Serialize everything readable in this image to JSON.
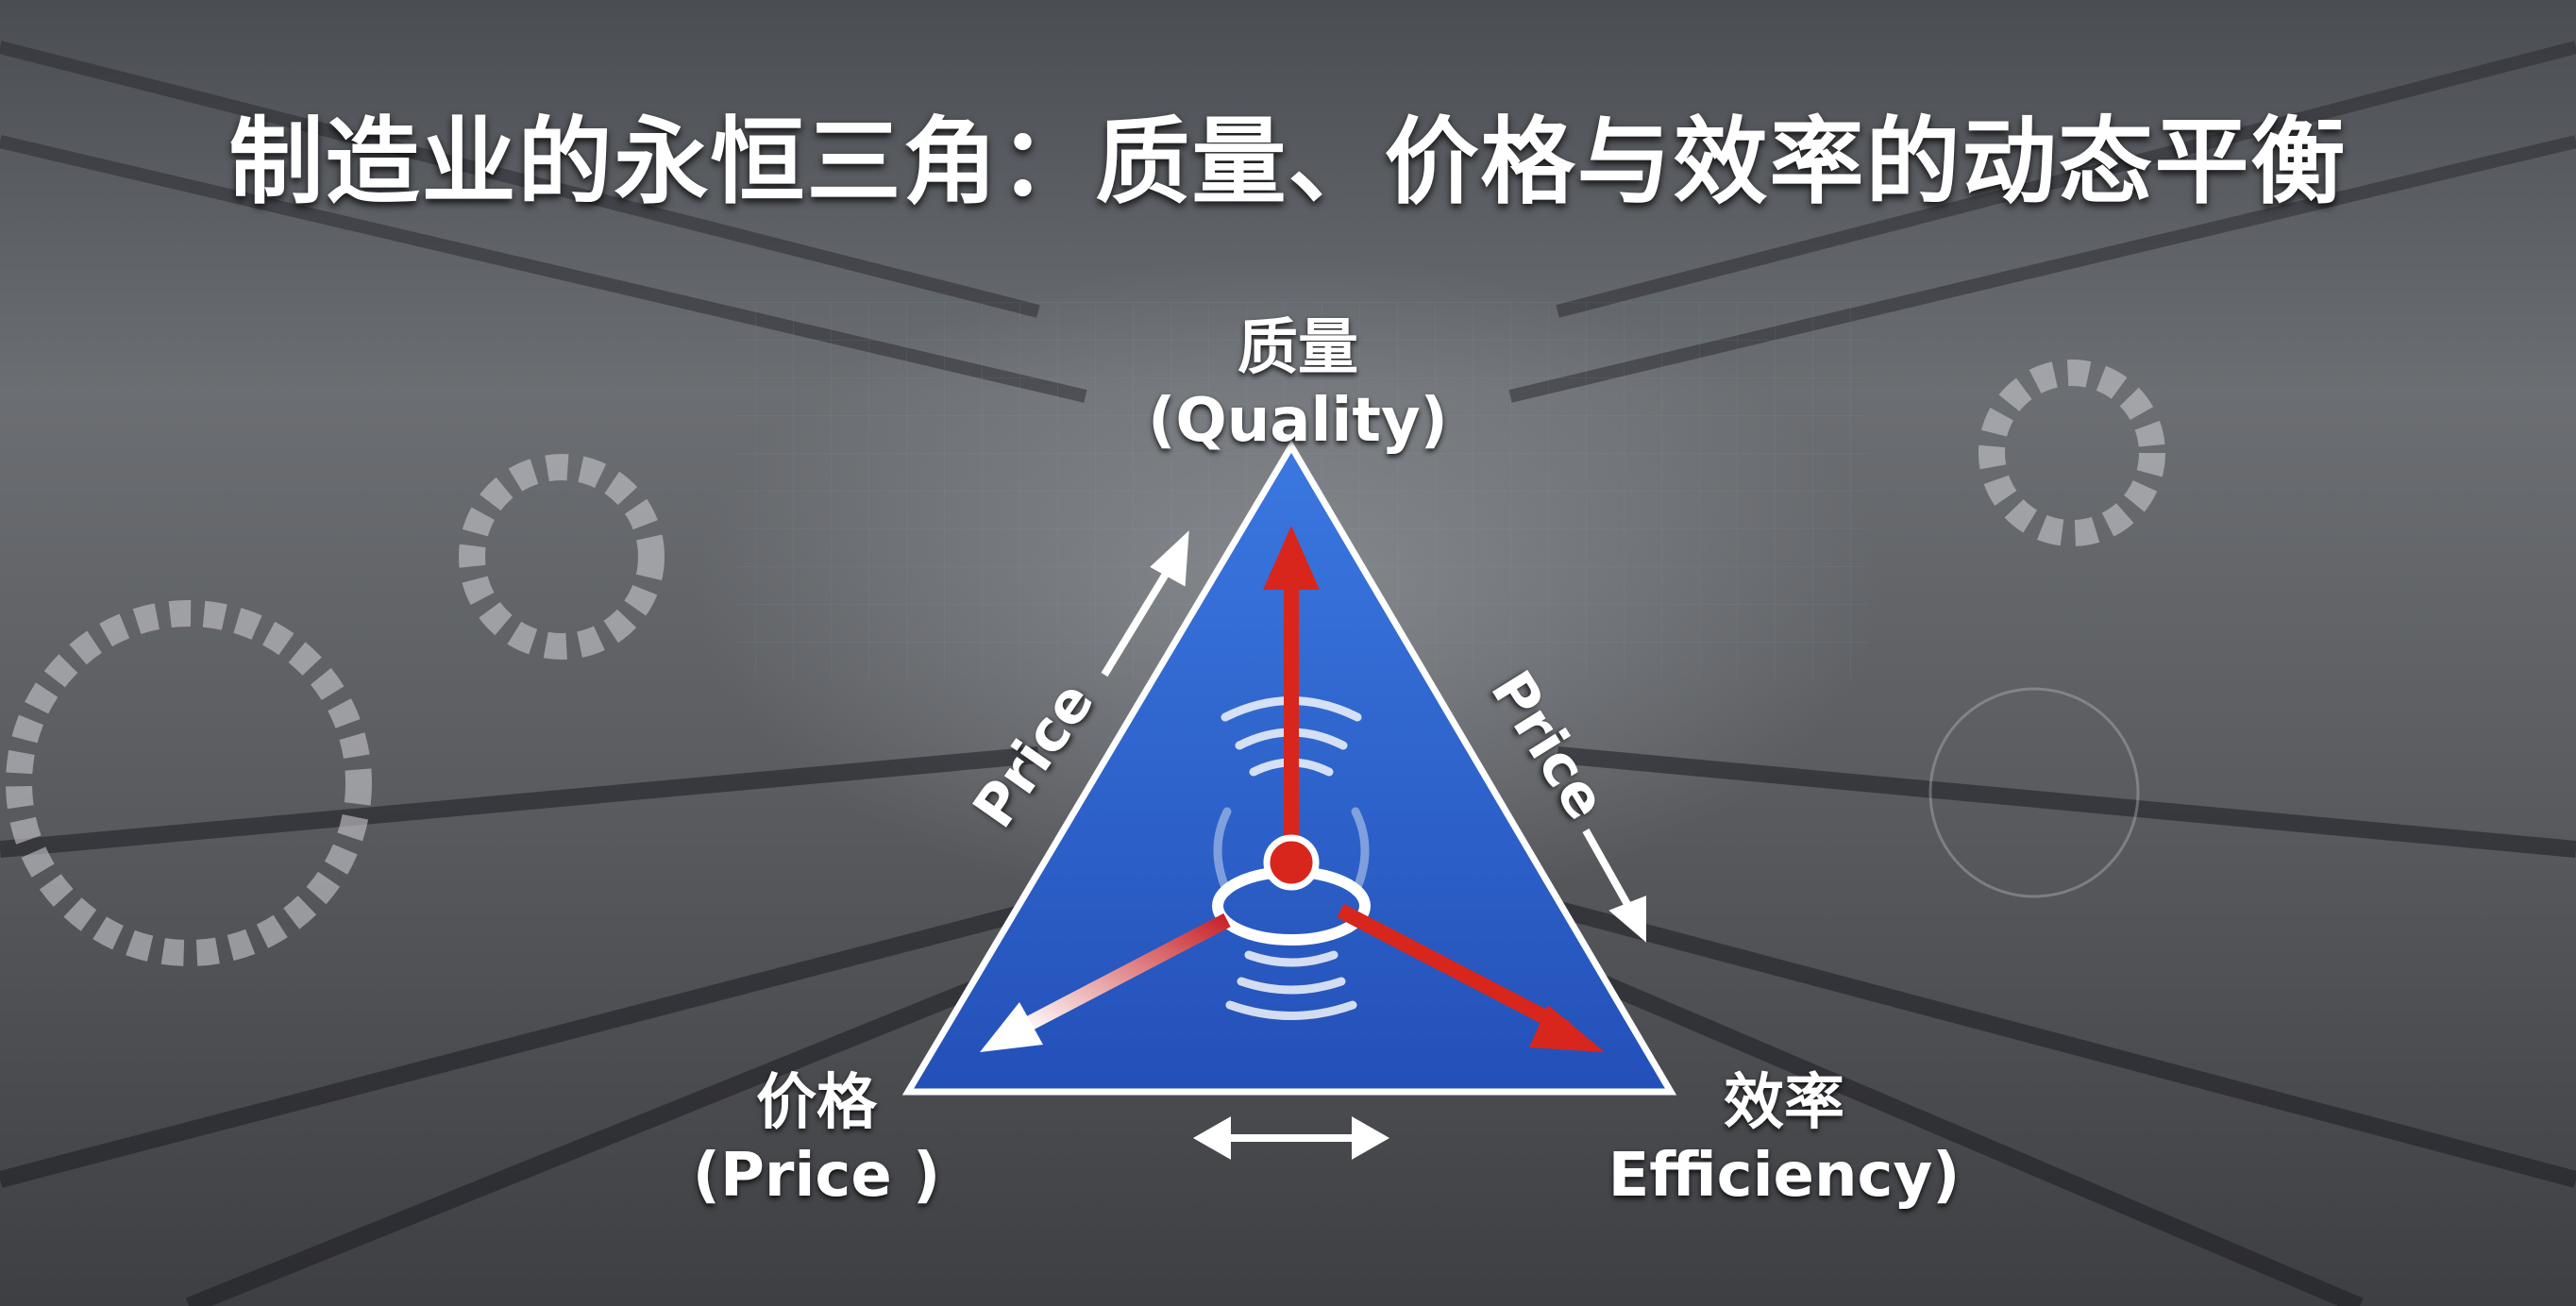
{
  "title": "制造业的永恒三角：质量、价格与效率的动态平衡",
  "vertices": {
    "quality": {
      "zh": "质量",
      "en": "(Quality)"
    },
    "price": {
      "zh": "价格",
      "en": "(Price )"
    },
    "efficiency": {
      "zh": "效率",
      "en": "Efficiency)"
    }
  },
  "side_labels": {
    "left": "Price",
    "right": "Price"
  },
  "colors": {
    "triangle": "#2f5fc8",
    "arrow": "#d8261c",
    "text": "#ffffff"
  }
}
